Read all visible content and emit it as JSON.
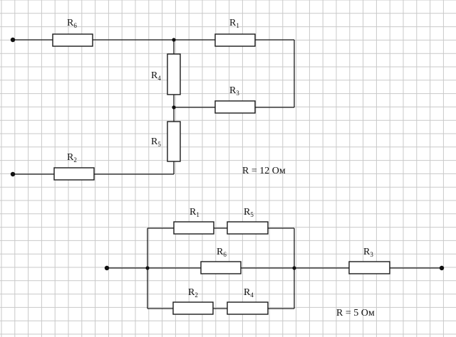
{
  "diagram_top": {
    "resistors": {
      "r6": {
        "letter": "R",
        "index": "6"
      },
      "r1": {
        "letter": "R",
        "index": "1"
      },
      "r4": {
        "letter": "R",
        "index": "4"
      },
      "r3": {
        "letter": "R",
        "index": "3"
      },
      "r5": {
        "letter": "R",
        "index": "5"
      },
      "r2": {
        "letter": "R",
        "index": "2"
      }
    },
    "result": "R = 12 Ом"
  },
  "diagram_bottom": {
    "resistors": {
      "r1": {
        "letter": "R",
        "index": "1"
      },
      "r5": {
        "letter": "R",
        "index": "5"
      },
      "r6": {
        "letter": "R",
        "index": "6"
      },
      "r2": {
        "letter": "R",
        "index": "2"
      },
      "r4": {
        "letter": "R",
        "index": "4"
      },
      "r3": {
        "letter": "R",
        "index": "3"
      }
    },
    "result": "R = 5 Ом"
  },
  "colors": {
    "grid": "#c9c9c9",
    "ink": "#1a1a1a",
    "background": "#ffffff"
  }
}
